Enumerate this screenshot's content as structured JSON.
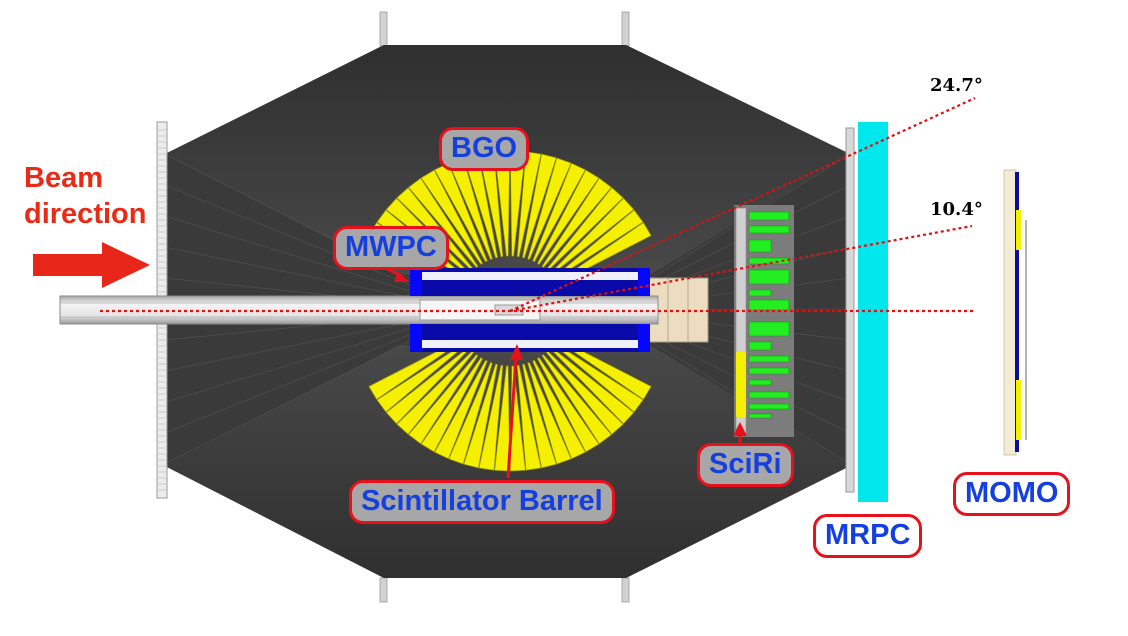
{
  "labels": {
    "bgo": "BGO",
    "mwpc": "MWPC",
    "scintillator_barrel": "Scintillator Barrel",
    "sciri": "SciRi",
    "mrpc": "MRPC",
    "momo": "MOMO",
    "beam_line1": "Beam",
    "beam_line2": "direction",
    "angle_outer": "24.7°",
    "angle_inner": "10.4°"
  },
  "colors": {
    "detector_body": "#3a3a3a",
    "bgo_crystals": "#f4f000",
    "barrel": "#0a0aa8",
    "sciri_active": "#22ee22",
    "mrpc": "#00e8ee",
    "label_text": "#1440e0",
    "label_border": "#e8101a",
    "beam_arrow": "#e8271a",
    "angle_lines": "#e01010"
  },
  "angles_deg": [
    24.7,
    10.4
  ]
}
